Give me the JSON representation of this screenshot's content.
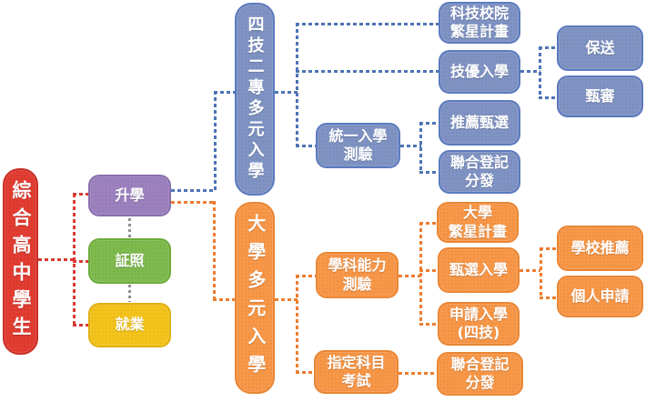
{
  "colors": {
    "red-fill": "#e13b30",
    "red-border": "#c92f27",
    "purple-fill": "#9b80be",
    "purple-border": "#8870ae",
    "green-fill": "#7db94c",
    "green-border": "#6cab3c",
    "yellow-fill": "#f3c31a",
    "yellow-border": "#e0b010",
    "blue-fill": "#7e92c3",
    "blue-border": "#5b7abf",
    "orange-fill": "#f79646",
    "orange-border": "#e98634",
    "line-red": "#d93a30",
    "line-blue": "#4d74b5",
    "line-orange": "#ed7d31",
    "line-gray": "#8f8f8f",
    "text": "#ffffff",
    "background": "#ffffff"
  },
  "nodes": {
    "root": {
      "label": "綜合高中學生"
    },
    "advance": {
      "label": "升學"
    },
    "certificate": {
      "label": "証照"
    },
    "employment": {
      "label": "就業"
    },
    "tech_multi": {
      "label": "四技二專多元入學"
    },
    "univ_multi": {
      "label": "大學多元入學"
    },
    "tech_star": {
      "label": "科技校院\n繁星計畫"
    },
    "skill_admission": {
      "label": "技優入學"
    },
    "unified_exam": {
      "label": "統一入學\n測驗"
    },
    "recommend_screening": {
      "label": "推薦甄選"
    },
    "joint_registration_tech": {
      "label": "聯合登記\n分發"
    },
    "guaranteed": {
      "label": "保送"
    },
    "screening_review": {
      "label": "甄審"
    },
    "gsat": {
      "label": "學科能力\n測驗"
    },
    "ast": {
      "label": "指定科目\n考試"
    },
    "univ_star": {
      "label": "大學\n繁星計畫"
    },
    "screening_admission": {
      "label": "甄選入學"
    },
    "application_admission": {
      "label": "申請入學\n(四技)"
    },
    "joint_registration_univ": {
      "label": "聯合登記\n分發"
    },
    "school_recommendation": {
      "label": "學校推薦"
    },
    "personal_application": {
      "label": "個人申請"
    }
  }
}
